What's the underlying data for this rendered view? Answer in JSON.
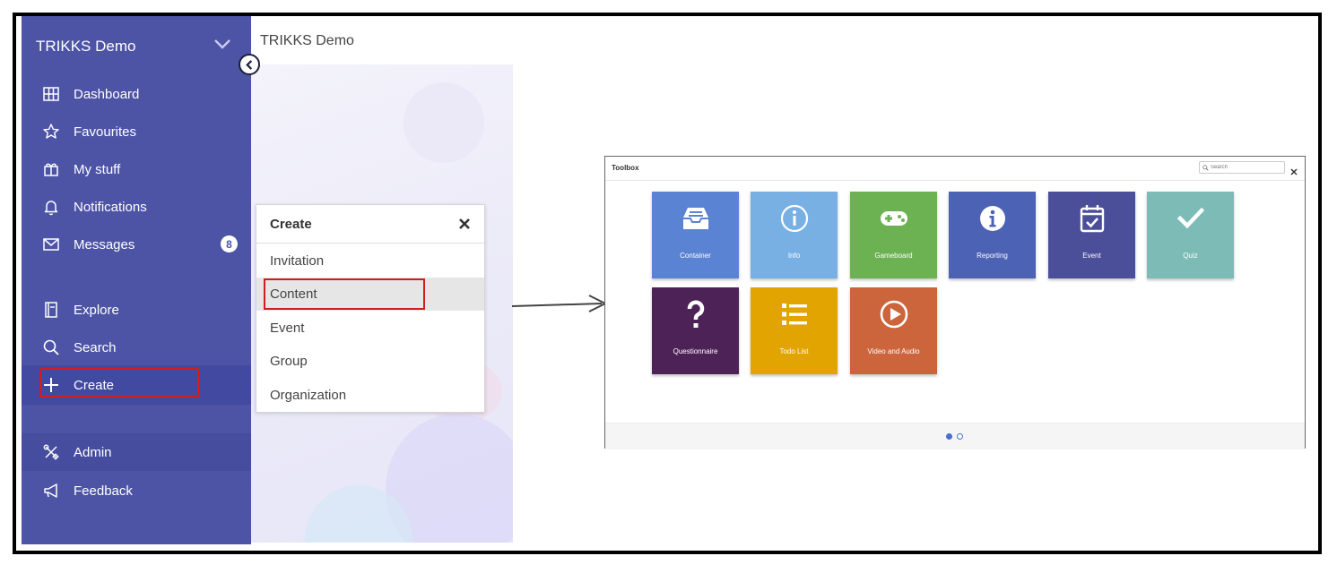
{
  "sidebar": {
    "title": "TRIKKS Demo",
    "items": [
      {
        "label": "Dashboard",
        "icon": "grid-icon"
      },
      {
        "label": "Favourites",
        "icon": "star-icon"
      },
      {
        "label": "My stuff",
        "icon": "gift-icon"
      },
      {
        "label": "Notifications",
        "icon": "bell-icon"
      },
      {
        "label": "Messages",
        "icon": "envelope-icon",
        "badge": "8"
      },
      {
        "label": "Explore",
        "icon": "book-icon"
      },
      {
        "label": "Search",
        "icon": "search-icon"
      },
      {
        "label": "Create",
        "icon": "plus-icon",
        "active": true
      },
      {
        "label": "Admin",
        "icon": "tools-icon"
      },
      {
        "label": "Feedback",
        "icon": "megaphone-icon"
      }
    ]
  },
  "main": {
    "title": "TRIKKS Demo"
  },
  "create_menu": {
    "title": "Create",
    "items": [
      "Invitation",
      "Content",
      "Event",
      "Group",
      "Organization"
    ],
    "selected": "Content"
  },
  "toolbox": {
    "title": "Toolbox",
    "search_placeholder": "Search",
    "tiles": [
      {
        "label": "Container",
        "color": "#5b83d4",
        "icon": "inbox-icon"
      },
      {
        "label": "Info",
        "color": "#79b0e3",
        "icon": "info-circle-icon"
      },
      {
        "label": "Gameboard",
        "color": "#6cb252",
        "icon": "gamepad-icon"
      },
      {
        "label": "Reporting",
        "color": "#4c62b5",
        "icon": "info-badge-icon"
      },
      {
        "label": "Event",
        "color": "#4b4f9a",
        "icon": "calendar-check-icon"
      },
      {
        "label": "Quiz",
        "color": "#7dbcb6",
        "icon": "checkmark-icon"
      },
      {
        "label": "Questionnaire",
        "color": "#4d2357",
        "icon": "question-icon"
      },
      {
        "label": "Todo List",
        "color": "#e1a400",
        "icon": "list-icon"
      },
      {
        "label": "Video and Audio",
        "color": "#cc643c",
        "icon": "play-circle-icon"
      }
    ],
    "pagination": {
      "pages": 2,
      "current": 1
    }
  },
  "colors": {
    "sidebar_bg": "#4d54a6",
    "highlight": "#d21d1d",
    "pager": "#4a6fd1"
  }
}
